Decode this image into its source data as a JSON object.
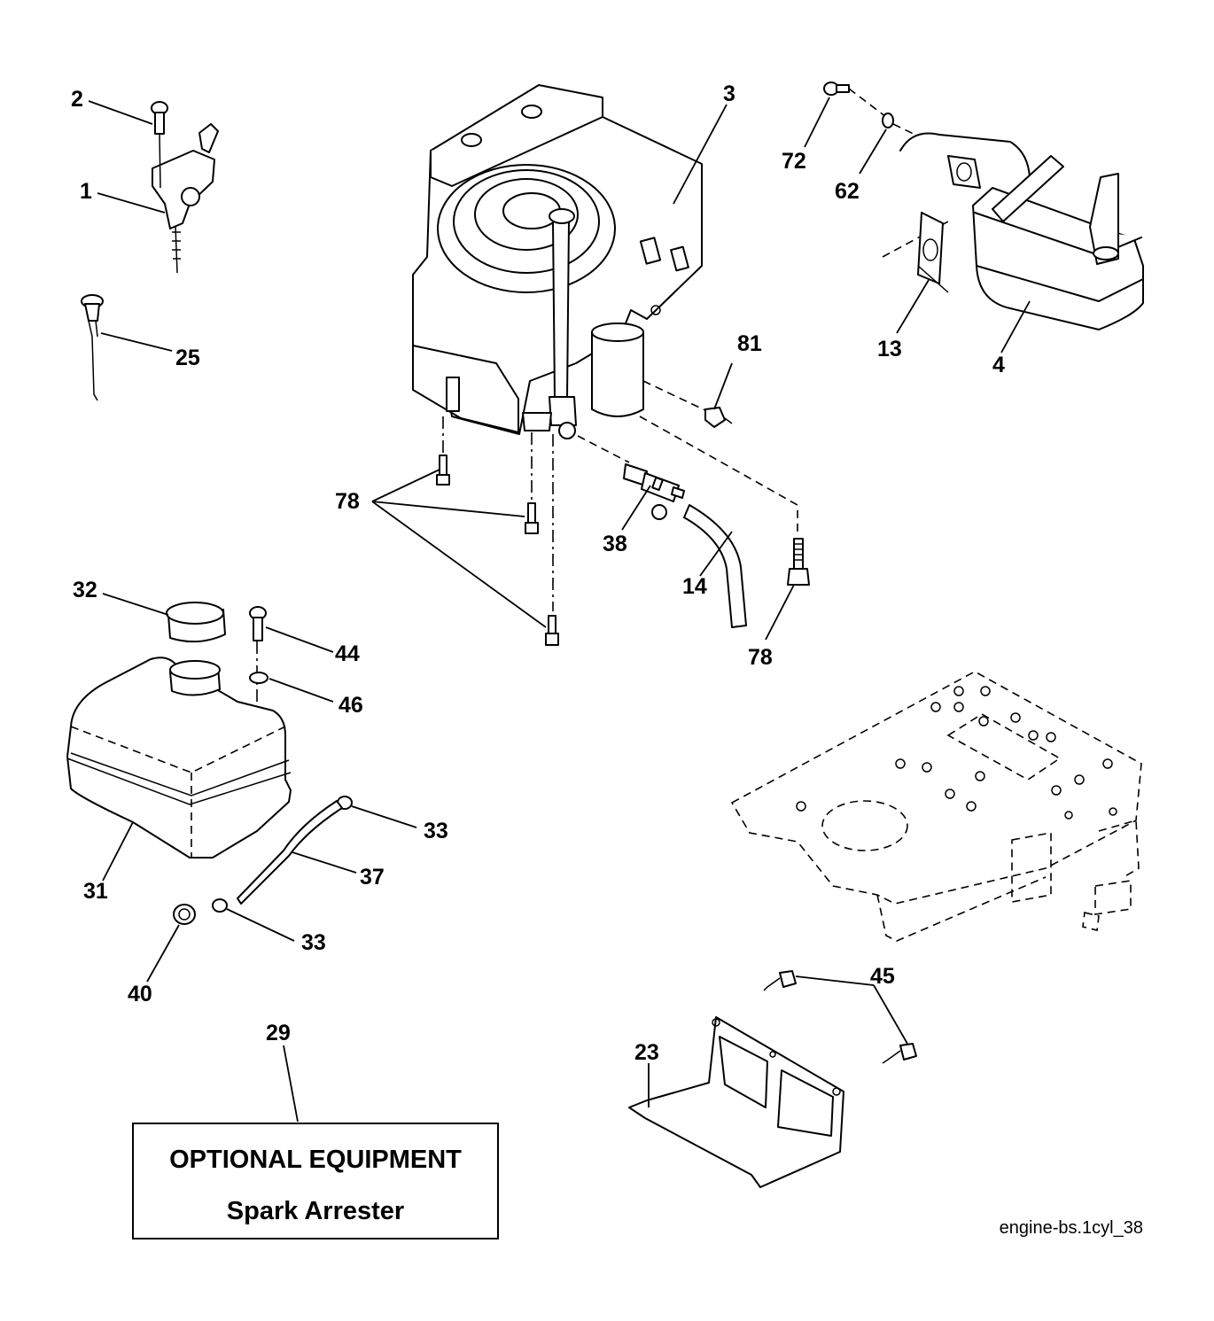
{
  "callouts": {
    "c1": "1",
    "c2": "2",
    "c3": "3",
    "c4": "4",
    "c13": "13",
    "c14": "14",
    "c23": "23",
    "c25": "25",
    "c29": "29",
    "c31": "31",
    "c32": "32",
    "c33a": "33",
    "c33b": "33",
    "c37": "37",
    "c38": "38",
    "c40": "40",
    "c44": "44",
    "c45": "45",
    "c46": "46",
    "c62": "62",
    "c72": "72",
    "c78a": "78",
    "c78b": "78",
    "c81": "81"
  },
  "optional_box": {
    "heading": "OPTIONAL EQUIPMENT",
    "item": "Spark Arrester"
  },
  "reference": "engine-bs.1cyl_38",
  "colors": {
    "line": "#000000",
    "background": "#ffffff"
  }
}
